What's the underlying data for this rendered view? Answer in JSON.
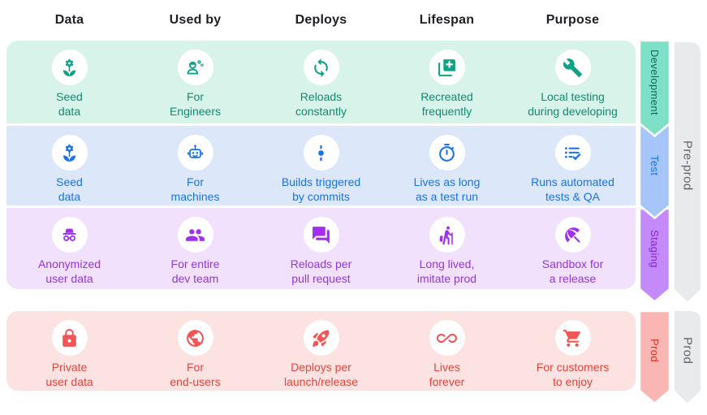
{
  "header": {
    "columns": [
      "Data",
      "Used by",
      "Deploys",
      "Lifespan",
      "Purpose"
    ]
  },
  "environments": [
    {
      "name": "Development",
      "row_bg": "#d7f3ea",
      "icon_color": "#0fa385",
      "text_color": "#0e8c70",
      "ribbon_fill": "#7ee0c6",
      "ribbon_text_color": "#0b6b52",
      "cells": [
        {
          "icon": "seed-icon",
          "label": "Seed\ndata"
        },
        {
          "icon": "engineer-icon",
          "label": "For\nEngineers"
        },
        {
          "icon": "sync-icon",
          "label": "Reloads\nconstantly"
        },
        {
          "icon": "library-add-icon",
          "label": "Recreated\nfrequently"
        },
        {
          "icon": "wrench-icon",
          "label": "Local testing\nduring developing"
        }
      ]
    },
    {
      "name": "Test",
      "row_bg": "#dce7f9",
      "icon_color": "#1a73e8",
      "text_color": "#1a73e8",
      "ribbon_fill": "#a6c5f9",
      "ribbon_text_color": "#1a73e8",
      "cells": [
        {
          "icon": "seed-icon",
          "label": "Seed\ndata"
        },
        {
          "icon": "robot-icon",
          "label": "For\nmachines"
        },
        {
          "icon": "commit-icon",
          "label": "Builds triggered\nby commits"
        },
        {
          "icon": "timer-icon",
          "label": "Lives as long\nas a test run"
        },
        {
          "icon": "checklist-icon",
          "label": "Runs automated\ntests & QA"
        }
      ]
    },
    {
      "name": "Staging",
      "row_bg": "#f2e1fd",
      "icon_color": "#a32ef0",
      "text_color": "#9334e6",
      "ribbon_fill": "#c58af9",
      "ribbon_text_color": "#8324dd",
      "cells": [
        {
          "icon": "incognito-icon",
          "label": "Anonymized\nuser data"
        },
        {
          "icon": "people-icon",
          "label": "For entire\ndev team"
        },
        {
          "icon": "forum-icon",
          "label": "Reloads per\npull request"
        },
        {
          "icon": "hiking-icon",
          "label": "Long lived,\nimitate prod"
        },
        {
          "icon": "umbrella-icon",
          "label": "Sandbox for\na release"
        }
      ]
    },
    {
      "name": "Prod",
      "row_bg": "#fce2e1",
      "icon_color": "#f25555",
      "text_color": "#e8433a",
      "ribbon_fill": "#f9b6b2",
      "ribbon_text_color": "#d93025",
      "cells": [
        {
          "icon": "lock-icon",
          "label": "Private\nuser data"
        },
        {
          "icon": "globe-icon",
          "label": "For\nend-users"
        },
        {
          "icon": "rocket-icon",
          "label": "Deploys per\nlaunch/release"
        },
        {
          "icon": "infinity-icon",
          "label": "Lives\nforever"
        },
        {
          "icon": "cart-icon",
          "label": "For customers\nto enjoy"
        }
      ]
    }
  ],
  "stage_groups": [
    {
      "label": "Pre-prod",
      "fill": "#e8eaec",
      "text_color": "#5f6368"
    },
    {
      "label": "Prod",
      "fill": "#e8eaec",
      "text_color": "#5f6368"
    }
  ]
}
